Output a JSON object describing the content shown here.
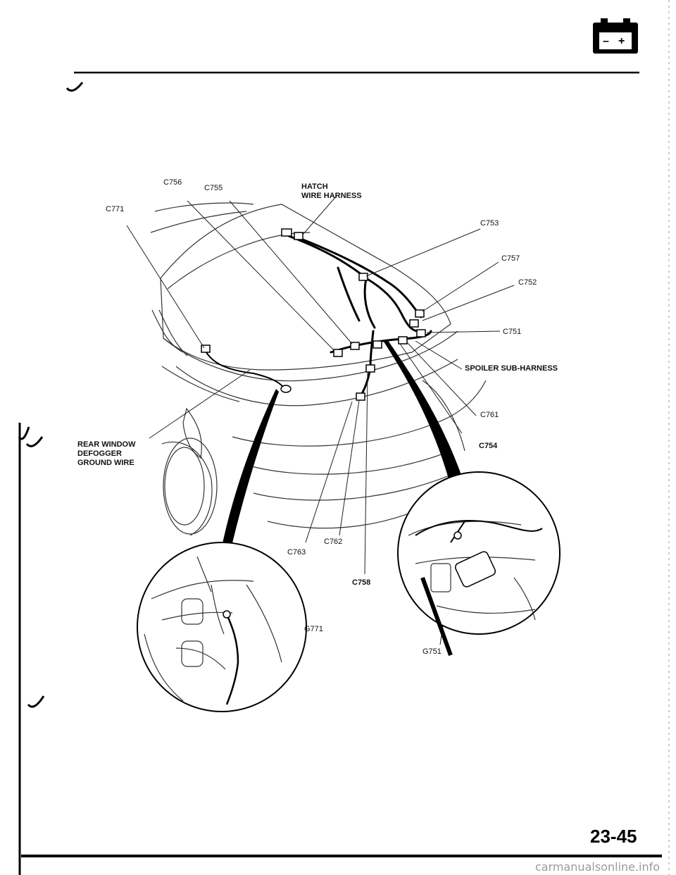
{
  "header": {
    "icon": "battery-icon"
  },
  "labels": {
    "c756": "C756",
    "c755": "C755",
    "hatch": [
      "HATCH",
      "WIRE HARNESS"
    ],
    "c771": "C771",
    "c753": "C753",
    "c757": "C757",
    "c752": "C752",
    "c751": "C751",
    "spoiler": "SPOILER SUB-HARNESS",
    "c761": "C761",
    "c754": "C754",
    "rear_defogger": [
      "REAR WINDOW",
      "DEFOGGER",
      "GROUND WIRE"
    ],
    "c762": "C762",
    "c763": "C763",
    "c758": "C758",
    "g771": "G771",
    "g751": "G751"
  },
  "footer": {
    "page_number": "23-45",
    "watermark": "carmanualsonline.info"
  }
}
